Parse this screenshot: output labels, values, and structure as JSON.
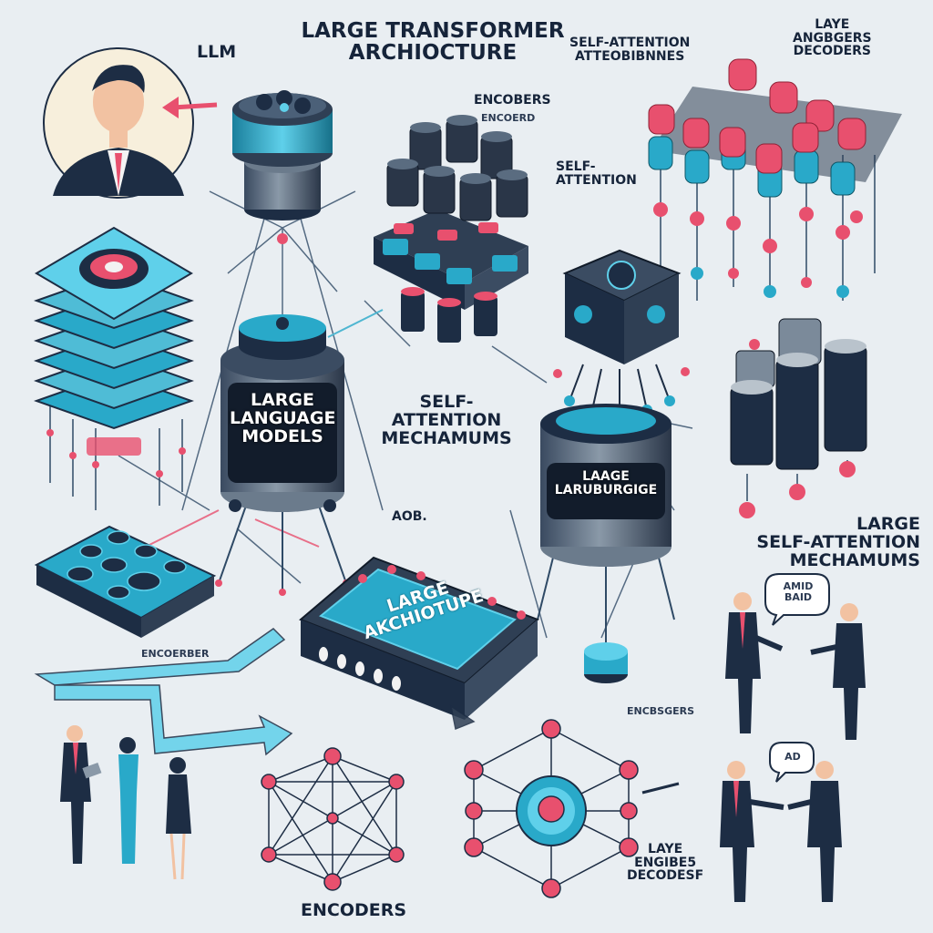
{
  "labels": {
    "llm": "LLM",
    "title": "LARGE TRANSFORMER\nARCHIOCTURE",
    "self_attention_top": "SELF-ATTENTION\nATTEOBIBNNES",
    "top_right": "LAYE\nANGBGERS\nDECODERS",
    "encoders_top": "ENCOBERS",
    "encoders_top_sub": "ENCOERD",
    "self_attention_mid": "SELF-\nATTENTION",
    "llm_cylinder": "LARGE\nLANGUAGE\nMODELS",
    "self_attention_center": "SELF-\nATTENTION\nMECHAMUMS",
    "laage_cylinder": "LAAGE\nLARUBURGIGE",
    "aob": "AOB.",
    "slab_tag": "ENCOERBER",
    "large_architecture": "LARGE\nAKCHIOTUPE",
    "right_block": "LARGE\nSELF-ATTENTION\nMECHAMUMS",
    "encbsgers": "ENCBSGERS",
    "bubble_1": "AMID\nBAID",
    "bubble_2": "AD",
    "bottom_right": "LAYE\nENGIBE5\nDECODESF",
    "encoders_bottom": "ENCODERS"
  },
  "icons": [
    "businessman-portrait-icon",
    "arrow-icon",
    "transformer-stack-icon",
    "encoder-blocks-icon",
    "attention-heads-icon",
    "layer-stack-icon",
    "llm-cylinder-icon",
    "processor-cube-icon",
    "laage-cylinder-icon",
    "battery-column-icon",
    "chip-panel-icon",
    "architecture-chip-icon",
    "flow-arrow-icon",
    "network-graph-icon",
    "node-graph-icon",
    "people-group-icon",
    "speech-bubble-icon"
  ],
  "colors": {
    "background": "#e9eef2",
    "navy": "#1d2d44",
    "cyan": "#29a9c9",
    "pink": "#e8506e",
    "skin": "#f2c2a2",
    "portrait_bg": "#f7efdc"
  }
}
